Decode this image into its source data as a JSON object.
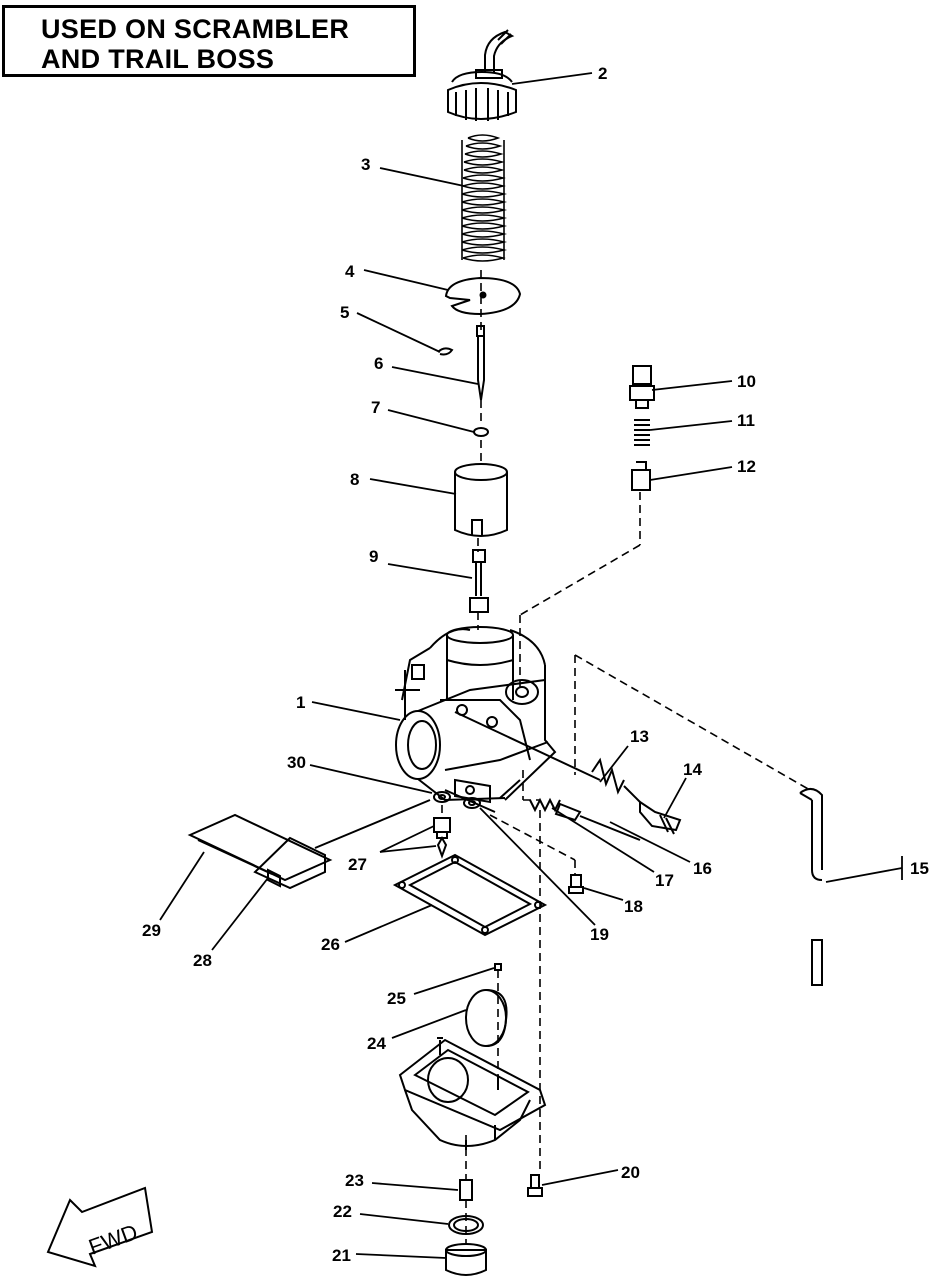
{
  "title": {
    "line1": "USED ON SCRAMBLER",
    "line2": "AND TRAIL BOSS"
  },
  "fwd_label": "FWD",
  "callouts": [
    "2",
    "3",
    "4",
    "5",
    "6",
    "7",
    "8",
    "9",
    "10",
    "11",
    "12",
    "1",
    "13",
    "14",
    "30",
    "27",
    "29",
    "28",
    "26",
    "16",
    "17",
    "18",
    "19",
    "15",
    "25",
    "24",
    "23",
    "22",
    "21",
    "20"
  ]
}
